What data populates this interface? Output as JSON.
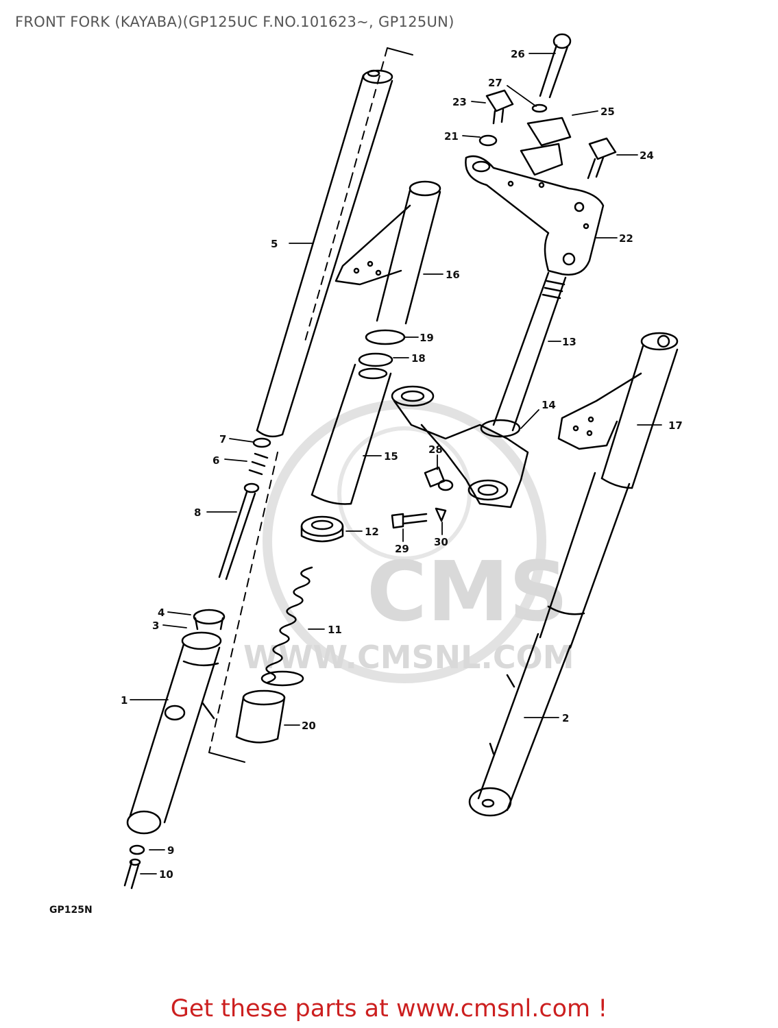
{
  "header": {
    "title": "FRONT FORK (KAYABA)(GP125UC F.NO.101623~, GP125UN)"
  },
  "watermark": {
    "brand": "CMS",
    "url": "WWW.CMSNL.COM"
  },
  "diagram": {
    "model_code": "GP125N",
    "callouts": [
      "1",
      "2",
      "3",
      "4",
      "5",
      "6",
      "7",
      "8",
      "9",
      "10",
      "11",
      "12",
      "13",
      "14",
      "15",
      "16",
      "17",
      "18",
      "19",
      "20",
      "21",
      "22",
      "23",
      "24",
      "25",
      "26",
      "27",
      "28",
      "29",
      "30"
    ]
  },
  "footer": {
    "link_text": "Get these parts at www.cmsnl.com !",
    "color": "#cc1f1f"
  }
}
